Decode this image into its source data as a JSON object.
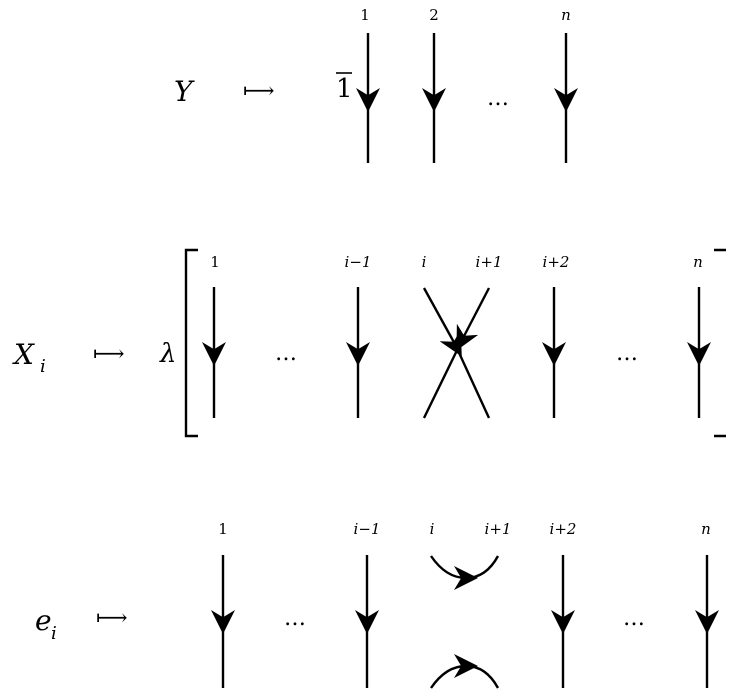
{
  "rows": [
    {
      "id": "Y",
      "generator": "Y",
      "maps_to": "⟼",
      "prefix": "1",
      "prefix_has_overline": true,
      "strand_labels": [
        "1",
        "2",
        "n"
      ],
      "ellipsis": "…"
    },
    {
      "id": "X",
      "generator": "X",
      "generator_subscript": "i",
      "maps_to": "⟼",
      "prefix": "λ",
      "strand_labels": [
        "1",
        "i−1",
        "i",
        "i+1",
        "i+2",
        "n"
      ],
      "ellipsis": "…",
      "crossing_type": "crossing"
    },
    {
      "id": "e",
      "generator": "e",
      "generator_subscript": "i",
      "maps_to": "⟼",
      "strand_labels": [
        "1",
        "i−1",
        "i",
        "i+1",
        "i+2",
        "n"
      ],
      "ellipsis": "…",
      "crossing_type": "cup-cap"
    }
  ]
}
